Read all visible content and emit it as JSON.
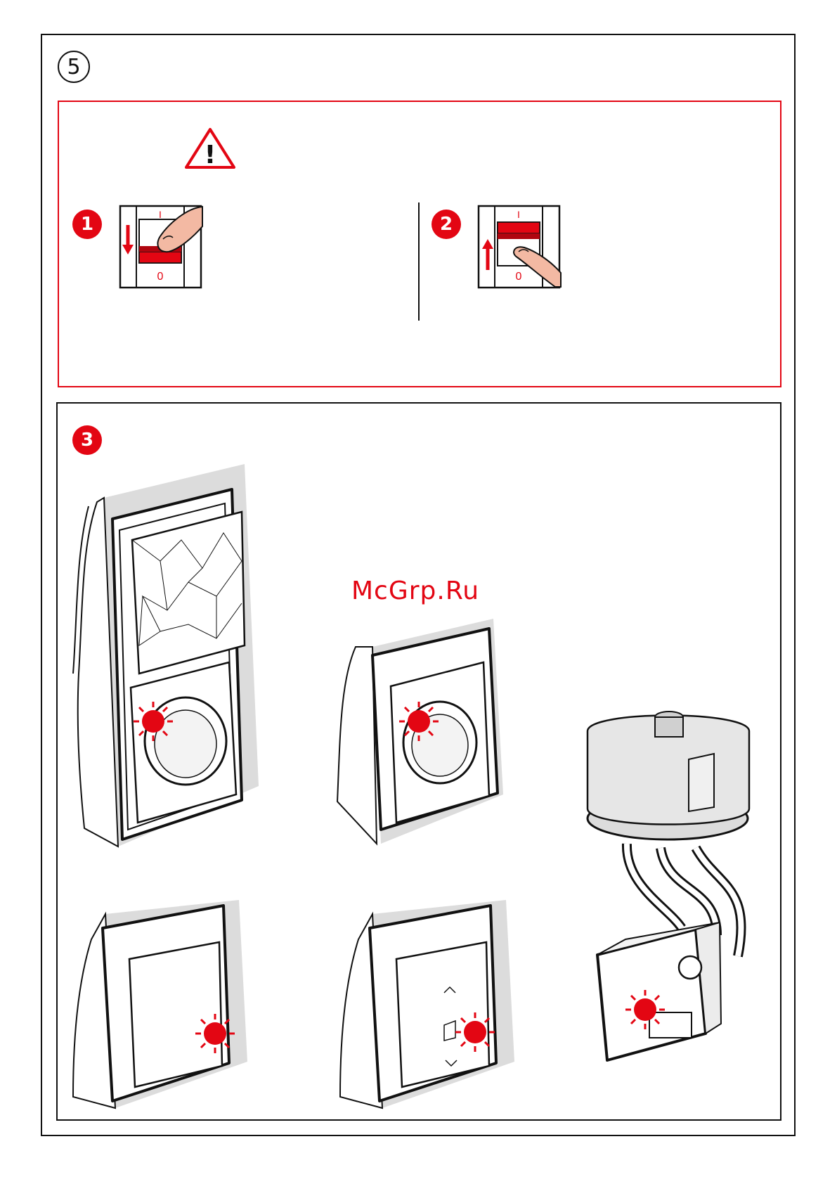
{
  "step_number": "5",
  "warning": {
    "icon": "warning-triangle-icon",
    "symbol": "!"
  },
  "steps": [
    {
      "badge": "1",
      "switch_top_label": "I",
      "switch_bottom_label": "0",
      "arrow": "down"
    },
    {
      "badge": "2",
      "switch_top_label": "I",
      "switch_bottom_label": "0",
      "arrow": "up"
    },
    {
      "badge": "3"
    }
  ],
  "watermark": "McGrp.Ru",
  "colors": {
    "accent": "#e30613",
    "line": "#111111",
    "shade": "#d9d9d9"
  }
}
